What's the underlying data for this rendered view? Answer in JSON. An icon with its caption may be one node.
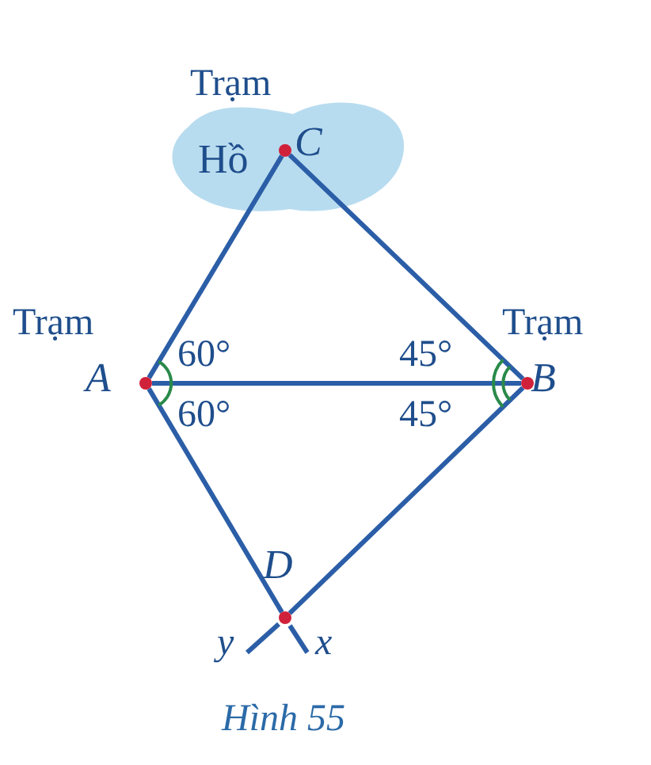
{
  "diagram": {
    "caption": "Hình 55",
    "nodes": [
      {
        "text": [
          "Hồ"
        ]
      },
      {
        "text": [
          "C"
        ],
        "beside": [
          "Trạm"
        ],
        "in": 0
      },
      {
        "text": [
          "A"
        ],
        "beside": [
          "Trạm"
        ]
      },
      {
        "text": [
          "B"
        ],
        "beside": [
          "Trạm"
        ]
      },
      {
        "text": [
          "D"
        ]
      }
    ],
    "edges": [
      {
        "from": 2,
        "to": 1,
        "arrow": "none"
      },
      {
        "from": 1,
        "to": 3,
        "arrow": "none"
      },
      {
        "from": 2,
        "to": 3,
        "arrow": "none"
      },
      {
        "from": 2,
        "to": 4,
        "arrow": "none"
      },
      {
        "from": 3,
        "to": 4,
        "arrow": "none"
      }
    ],
    "labels": [
      "60°",
      "45°",
      "60°",
      "45°",
      "y",
      "x"
    ]
  }
}
